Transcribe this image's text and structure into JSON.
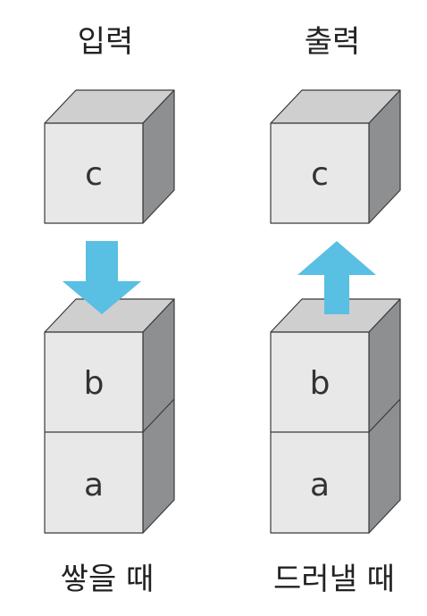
{
  "push_panel": {
    "top_label": "입력",
    "bottom_label": "쌓을 때",
    "incoming_block": "c",
    "stack": [
      "b",
      "a"
    ]
  },
  "pop_panel": {
    "top_label": "출력",
    "bottom_label": "드러낼 때",
    "outgoing_block": "c",
    "stack": [
      "b",
      "a"
    ]
  },
  "colors": {
    "cube_front": "#e8e8e9",
    "cube_top": "#cfcfd0",
    "cube_side": "#8e8f91",
    "cube_edge": "#3a3a3a",
    "arrow": "#59bfe3"
  }
}
